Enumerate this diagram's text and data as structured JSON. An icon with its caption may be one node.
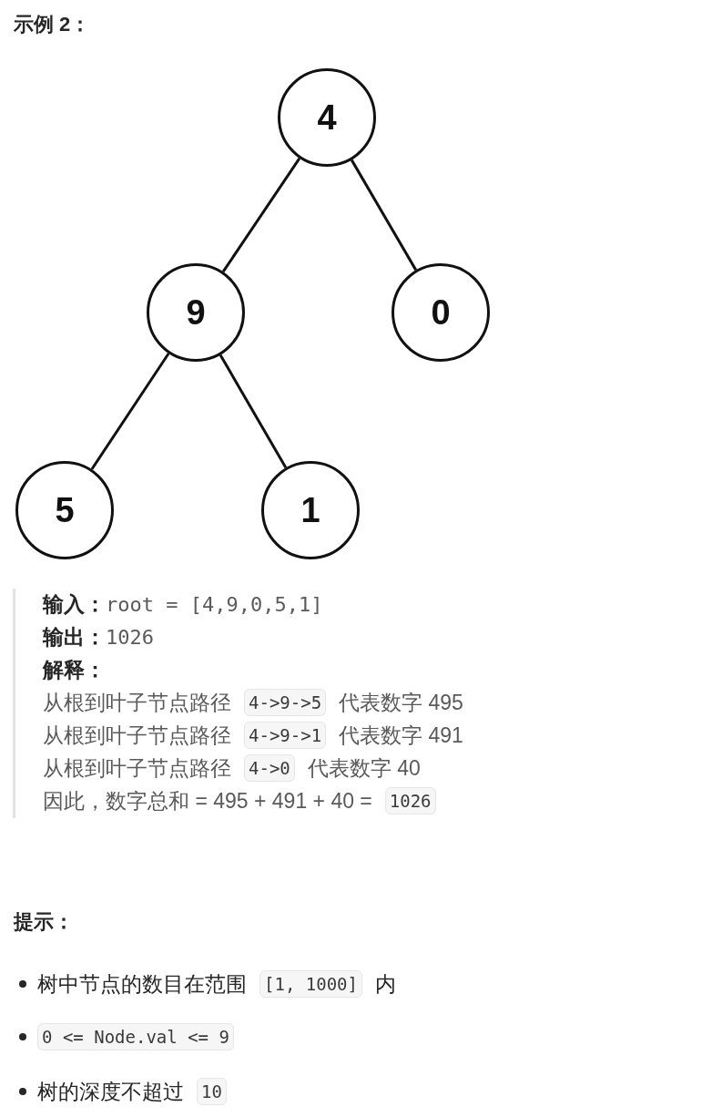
{
  "diagram": {
    "title": "示例 2：",
    "nodes": [
      {
        "text": [
          "4"
        ]
      },
      {
        "text": [
          "9"
        ]
      },
      {
        "text": [
          "0"
        ]
      },
      {
        "text": [
          "5"
        ]
      },
      {
        "text": [
          "1"
        ]
      }
    ],
    "edges": [
      {
        "from": 0,
        "to": 1,
        "arrow": "none"
      },
      {
        "from": 0,
        "to": 2,
        "arrow": "none"
      },
      {
        "from": 1,
        "to": 3,
        "arrow": "none"
      },
      {
        "from": 1,
        "to": 4,
        "arrow": "none"
      }
    ],
    "labels": [
      "输入：",
      "root = [4,9,0,5,1]",
      "输出：",
      "1026",
      "解释：",
      "从根到叶子节点路径",
      "4->9->5",
      "代表数字 495",
      "从根到叶子节点路径",
      "4->9->1",
      "代表数字 491",
      "从根到叶子节点路径",
      "4->0",
      "代表数字 40",
      "因此，数字总和 = 495 + 491 + 40 =",
      "1026",
      "提示：",
      "树中节点的数目在范围",
      "[1, 1000]",
      "内",
      "0 <= Node.val <= 9",
      "树的深度不超过",
      "10"
    ]
  }
}
